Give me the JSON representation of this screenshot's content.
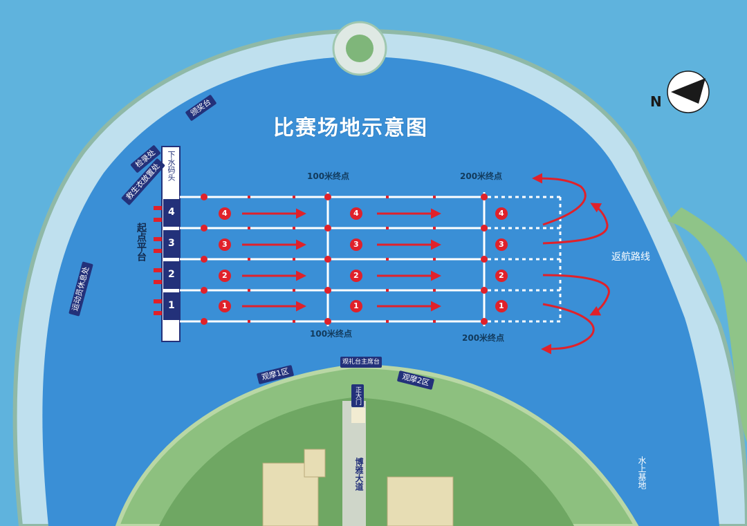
{
  "title": "比赛场地示意图",
  "compass": {
    "letter": "N"
  },
  "markers": {
    "top_100": "100米终点",
    "top_200": "200米终点",
    "bottom_100": "100米终点",
    "bottom_200": "200米终点"
  },
  "lanes": [
    "4",
    "3",
    "2",
    "1"
  ],
  "start_platform": "起点平台",
  "dock": "下水码头",
  "return_route": "返航路线",
  "labels": {
    "award_platform": "颁奖台",
    "checkpoint": "检录处",
    "life_jacket": "救生衣放置处",
    "rest_area": "运动员休息处",
    "viewing_1": "观摩1区",
    "viewing_2": "观摩2区",
    "main_stage": "观礼台主席台",
    "main_gate": "正大门",
    "avenue": "博雅大道",
    "water_base": "水上基地"
  },
  "colors": {
    "water": "#3a8fd6",
    "bank": "#5fb3dd",
    "grass": "#7fb67a",
    "red": "#e0212a",
    "navy": "#23317a"
  }
}
